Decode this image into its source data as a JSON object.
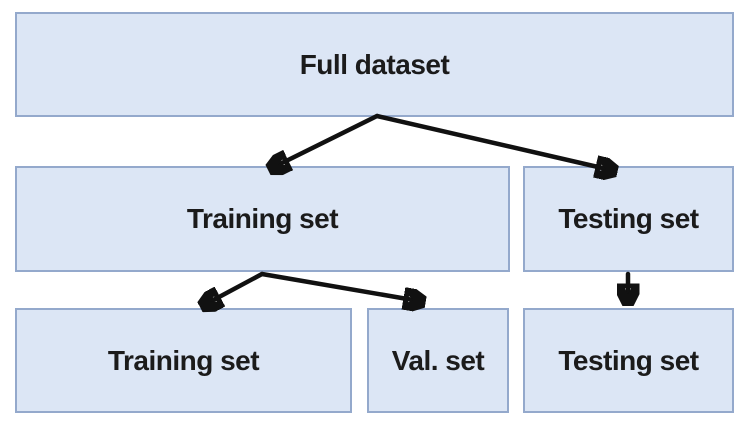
{
  "diagram": {
    "background_color": "#ffffff",
    "node_fill_color": "#dce6f5",
    "node_border_color": "#94a9cc",
    "arrow_color": "#111111",
    "text_color": "#1b1b1b",
    "nodes": {
      "full": {
        "label": "Full dataset"
      },
      "train_mid": {
        "label": "Training set"
      },
      "test_mid": {
        "label": "Testing set"
      },
      "train_bottom": {
        "label": "Training set"
      },
      "val": {
        "label": "Val. set"
      },
      "test_bottom": {
        "label": "Testing set"
      }
    },
    "edges": [
      {
        "from": "full",
        "to": "train_mid"
      },
      {
        "from": "full",
        "to": "test_mid"
      },
      {
        "from": "train_mid",
        "to": "train_bottom"
      },
      {
        "from": "train_mid",
        "to": "val"
      },
      {
        "from": "test_mid",
        "to": "test_bottom"
      }
    ]
  }
}
